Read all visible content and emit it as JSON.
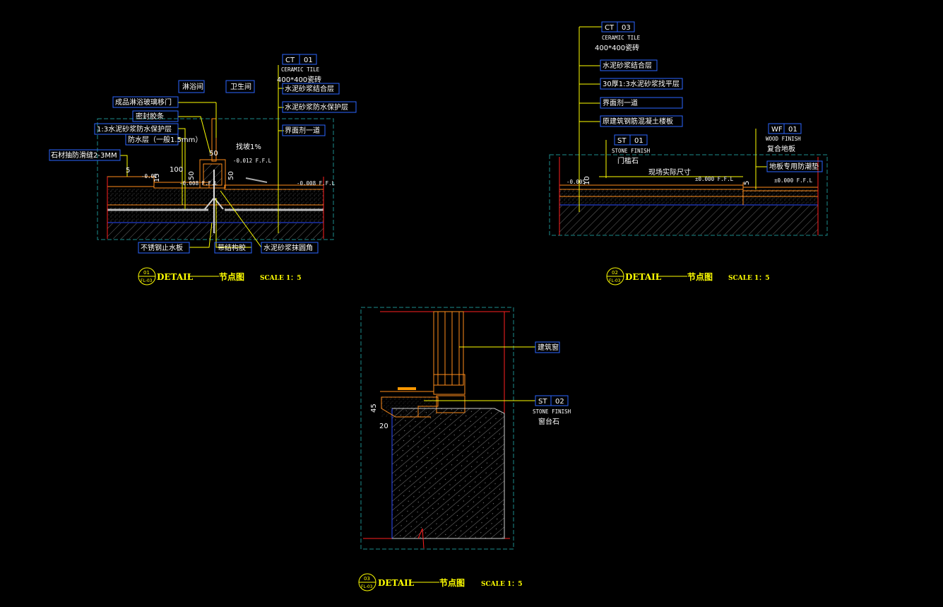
{
  "d1": {
    "labels": {
      "shower": "淋浴间",
      "toilet": "卫生间",
      "glass_door": "成品淋浴玻璃移门",
      "sealant": "密封胶条",
      "mortar_protect": "1:3水泥砂浆防水保护层",
      "waterproof": "防水层（一般1.5mm）",
      "stone_gap": "石材抽防滑缝2-3MM",
      "ct_code": "CT",
      "ct_num": "01",
      "ceramic_tile": "CERAMIC TILE",
      "tile_size": "400*400瓷砖",
      "mortar_bond": "水泥砂浆结合层",
      "mortar_wp": "水泥砂浆防水保护层",
      "interface": "界面剂一道",
      "stainless": "不锈钢止水板",
      "struct_glue": "带结构胶",
      "round_corner": "水泥砂浆抹圆角",
      "slope": "找坡1%"
    },
    "dims": {
      "d50a": "50",
      "d100": "100",
      "d50b": "50",
      "d50c": "50",
      "d5": "5",
      "d15": "15"
    },
    "elev": {
      "e1": "-0.01",
      "e2": "-0.012 F.F.L",
      "e3": "-0.008 F.F.L",
      "e4": "-0.008 F.F.L"
    },
    "title": {
      "num": "01",
      "ref": "FL-03",
      "detail": "DETAIL",
      "cn": "节点图",
      "scale": "SCALE  1：5"
    }
  },
  "d2": {
    "labels": {
      "ct_code": "CT",
      "ct_num": "03",
      "ceramic_tile": "CERAMIC TILE",
      "tile_size": "400*400瓷砖",
      "mortar_bond": "水泥砂浆结合层",
      "screed": "30厚1:3水泥砂浆找平层",
      "interface": "界面剂一道",
      "slab": "原建筑钢筋混凝土楼板",
      "st_code": "ST",
      "st_num": "01",
      "stone_finish": "STONE FINISH",
      "threshold": "门槛石",
      "site_dim": "现场实际尺寸",
      "wf_code": "WF",
      "wf_num": "01",
      "wood_finish": "WOOD FINISH",
      "laminate": "复合地板",
      "underlay": "地板专用防潮垫"
    },
    "dims": {
      "d10": "10",
      "d5": "5"
    },
    "elev": {
      "e1": "-0.005",
      "e2": "±0.000 F.F.L",
      "e3": "±0.000 F.F.L"
    },
    "title": {
      "num": "02",
      "ref": "FL-03",
      "detail": "DETAIL",
      "cn": "节点图",
      "scale": "SCALE  1：5"
    }
  },
  "d3": {
    "labels": {
      "window": "建筑窗",
      "st_code": "ST",
      "st_num": "02",
      "stone_finish": "STONE FINISH",
      "sill": "窗台石"
    },
    "dims": {
      "d45": "45",
      "d20": "20"
    },
    "title": {
      "num": "03",
      "ref": "FL-03",
      "detail": "DETAIL",
      "cn": "节点图",
      "scale": "SCALE  1：5"
    }
  }
}
